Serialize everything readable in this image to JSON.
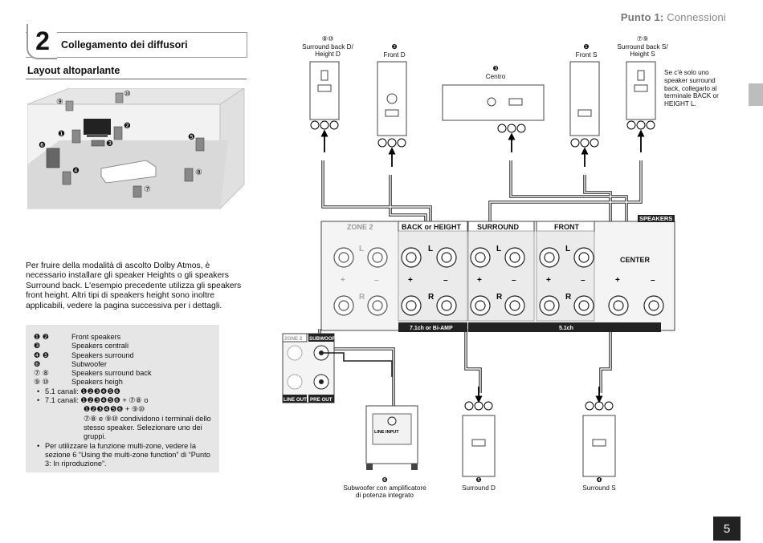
{
  "header": {
    "step_prefix": "Punto 1:",
    "title": "Connessioni"
  },
  "page_number": "5",
  "step": {
    "number": "2",
    "title": "Collegamento dei diffusori"
  },
  "layout": {
    "title": "Layout altoparlante"
  },
  "room_labels": {
    "n1": "❶",
    "n2": "❷",
    "n3": "❸",
    "n4": "❹",
    "n5": "❺",
    "n6": "❻",
    "n7": "⑦",
    "n8": "⑧",
    "n9": "⑨",
    "n10": "⑩"
  },
  "intro_text": "Per fruire della modalità di ascolto Dolby Atmos, è necessario installare gli speaker Heights o gli speakers Surround back. L'esempio precedente utilizza gli speakers front height. Altri tipi di speakers height sono inoltre applicabili, vedere la pagina successiva per i dettagli.",
  "legend": {
    "rows": [
      {
        "key": "❶ ❷",
        "label": "Front speakers"
      },
      {
        "key": "❸",
        "label": "Speakers centrali"
      },
      {
        "key": "❹ ❺",
        "label": "Speakers surround"
      },
      {
        "key": "❻",
        "label": "Subwoofer"
      },
      {
        "key": "⑦ ⑧",
        "label": "Speakers surround back"
      },
      {
        "key": "⑨ ⑩",
        "label": "Speakers heigh"
      }
    ],
    "b1": "5.1 canali: ❶❷❸❹❺❻",
    "b2a": "7.1 canali: ❶❷❸❹❺❻ + ⑦⑧ o",
    "b2b": "❶❷❸❹❺❻ + ⑨⑩",
    "b2c": "⑦⑧ e ⑨⑩ condividono i terminali dello stesso speaker. Selezionare uno dei gruppi.",
    "b3": "Per utilizzare la funzione multi-zone, vedere la sezione 6 “Using the multi-zone function” di “Punto 3: In riproduzione”."
  },
  "speakers": {
    "sbh_d": {
      "num": "⑧⑩",
      "line1": "Surround back D/",
      "line2": "Height D"
    },
    "front_d": {
      "num": "❷",
      "line1": "Front D"
    },
    "center": {
      "num": "❸",
      "line1": "Centro"
    },
    "front_s": {
      "num": "❶",
      "line1": "Front S"
    },
    "sbh_s": {
      "num": "⑦⑨",
      "line1": "Surround back S/",
      "line2": "Height S"
    },
    "sub": {
      "num": "❻",
      "line1": "Subwoofer con amplificatore",
      "line2": "di potenza integrato"
    },
    "surr_d": {
      "num": "❺",
      "line1": "Surround D"
    },
    "surr_s": {
      "num": "❹",
      "line1": "Surround S"
    }
  },
  "side_note": "Se c'è solo uno speaker surround back, collegarlo al terminale BACK or HEIGHT L.",
  "panel": {
    "zone2": "ZONE 2",
    "back_height": "BACK or HEIGHT",
    "surround": "SURROUND",
    "front": "FRONT",
    "speakers": "SPEAKERS",
    "center": "CENTER",
    "L": "L",
    "R": "R",
    "plus": "+",
    "minus": "–",
    "band_71": "7.1ch or Bi-AMP",
    "band_51": "5.1ch",
    "sub_zone2": "ZONE 2",
    "sub_subwoofer": "SUBWOOFER",
    "line_out": "LINE OUT",
    "pre_out": "PRE OUT",
    "line_input": "LINE INPUT"
  }
}
